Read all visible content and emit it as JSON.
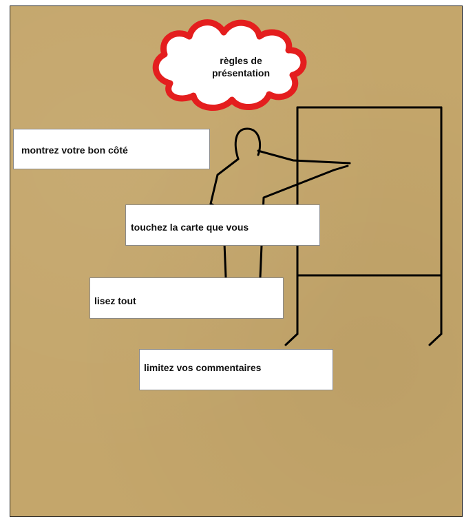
{
  "cloud": {
    "title_line1": "règles de",
    "title_line2": "présentation"
  },
  "cards": [
    {
      "text": "montrez votre bon côté"
    },
    {
      "text": "touchez la carte que vous"
    },
    {
      "text": "lisez tout"
    },
    {
      "text": "limitez vos commentaires"
    }
  ],
  "colors": {
    "background": "#c4a66b",
    "cloud_outline": "#e41e1e",
    "line": "#000000",
    "card": "#ffffff"
  }
}
